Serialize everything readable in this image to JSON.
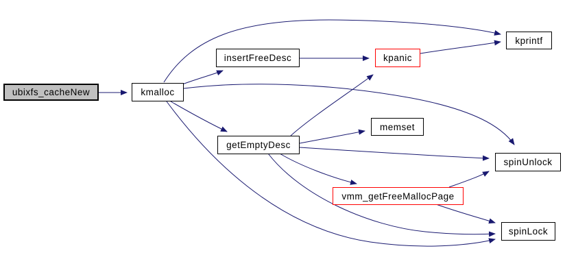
{
  "diagram": {
    "type": "call-graph",
    "background_color": "#ffffff",
    "edge_color": "#191970",
    "node_border_color": "#000000",
    "truncated_node_border_color": "#ff0000",
    "root_node_fill": "#c0c0c0",
    "nodes": [
      {
        "id": "ubixfs_cacheNew",
        "label": "ubixfs_cacheNew",
        "role": "root"
      },
      {
        "id": "kmalloc",
        "label": "kmalloc",
        "role": "call"
      },
      {
        "id": "insertFreeDesc",
        "label": "insertFreeDesc",
        "role": "call"
      },
      {
        "id": "kpanic",
        "label": "kpanic",
        "role": "call-truncated"
      },
      {
        "id": "kprintf",
        "label": "kprintf",
        "role": "call"
      },
      {
        "id": "getEmptyDesc",
        "label": "getEmptyDesc",
        "role": "call"
      },
      {
        "id": "memset",
        "label": "memset",
        "role": "call"
      },
      {
        "id": "spinUnlock",
        "label": "spinUnlock",
        "role": "call"
      },
      {
        "id": "vmm_getFreeMallocPage",
        "label": "vmm_getFreeMallocPage",
        "role": "call-truncated"
      },
      {
        "id": "spinLock",
        "label": "spinLock",
        "role": "call"
      }
    ],
    "edges": [
      {
        "from": "ubixfs_cacheNew",
        "to": "kmalloc"
      },
      {
        "from": "kmalloc",
        "to": "insertFreeDesc"
      },
      {
        "from": "kmalloc",
        "to": "kprintf"
      },
      {
        "from": "kmalloc",
        "to": "spinUnlock"
      },
      {
        "from": "kmalloc",
        "to": "getEmptyDesc"
      },
      {
        "from": "kmalloc",
        "to": "spinLock"
      },
      {
        "from": "insertFreeDesc",
        "to": "kpanic"
      },
      {
        "from": "kpanic",
        "to": "kprintf"
      },
      {
        "from": "getEmptyDesc",
        "to": "kpanic"
      },
      {
        "from": "getEmptyDesc",
        "to": "memset"
      },
      {
        "from": "getEmptyDesc",
        "to": "spinUnlock"
      },
      {
        "from": "getEmptyDesc",
        "to": "vmm_getFreeMallocPage"
      },
      {
        "from": "getEmptyDesc",
        "to": "spinLock"
      },
      {
        "from": "vmm_getFreeMallocPage",
        "to": "spinUnlock"
      },
      {
        "from": "vmm_getFreeMallocPage",
        "to": "spinLock"
      }
    ]
  }
}
